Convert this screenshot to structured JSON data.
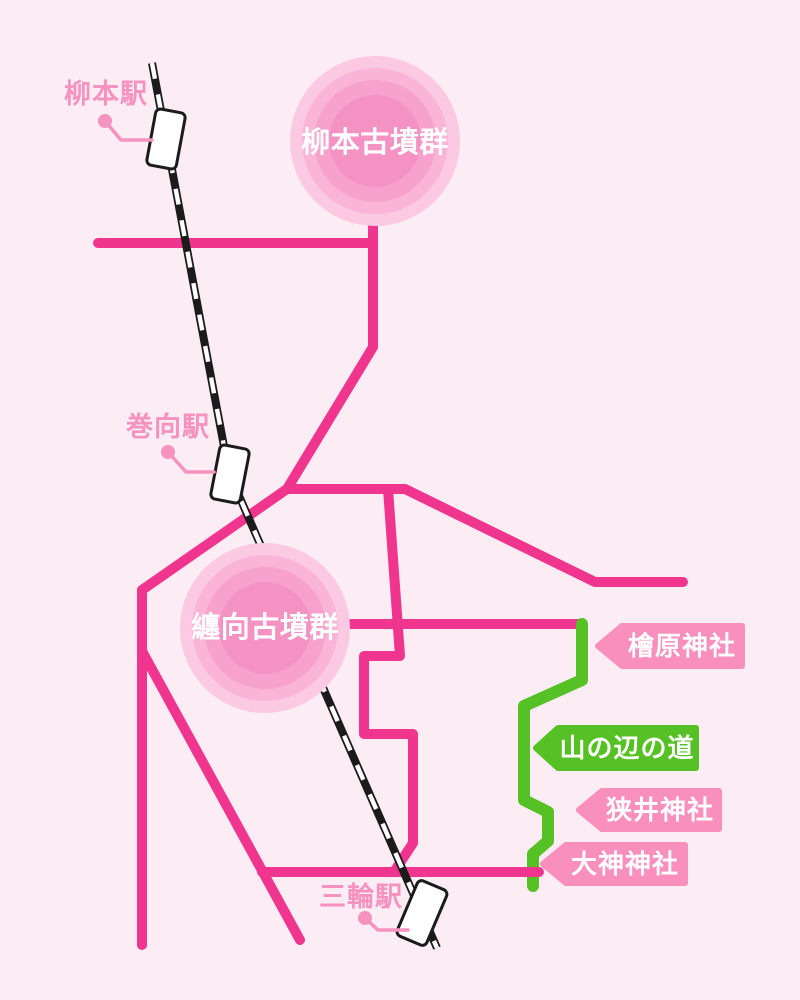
{
  "colors": {
    "background": "#fcecf3",
    "road": "#f0358f",
    "rail": "#1b1b1b",
    "station_fill": "#ffffff",
    "label_pink": "#f592c0",
    "tag_pink": "#f88fbc",
    "trail_green": "#55c124",
    "circle_ring1": "#fbc9e1",
    "circle_ring2": "#f9b4d7",
    "circle_ring3": "#f7a2cd",
    "circle_core": "#f592c4",
    "white_text": "#ffffff"
  },
  "map": {
    "sites": [
      {
        "label": "柳本古墳群"
      },
      {
        "label": "纏向古墳群"
      }
    ],
    "stations": [
      {
        "label": "柳本駅"
      },
      {
        "label": "巻向駅"
      },
      {
        "label": "三輪駅"
      }
    ],
    "trail": {
      "label": "山の辺の道"
    },
    "shrines": [
      {
        "label": "檜原神社"
      },
      {
        "label": "狭井神社"
      },
      {
        "label": "大神神社"
      }
    ]
  }
}
